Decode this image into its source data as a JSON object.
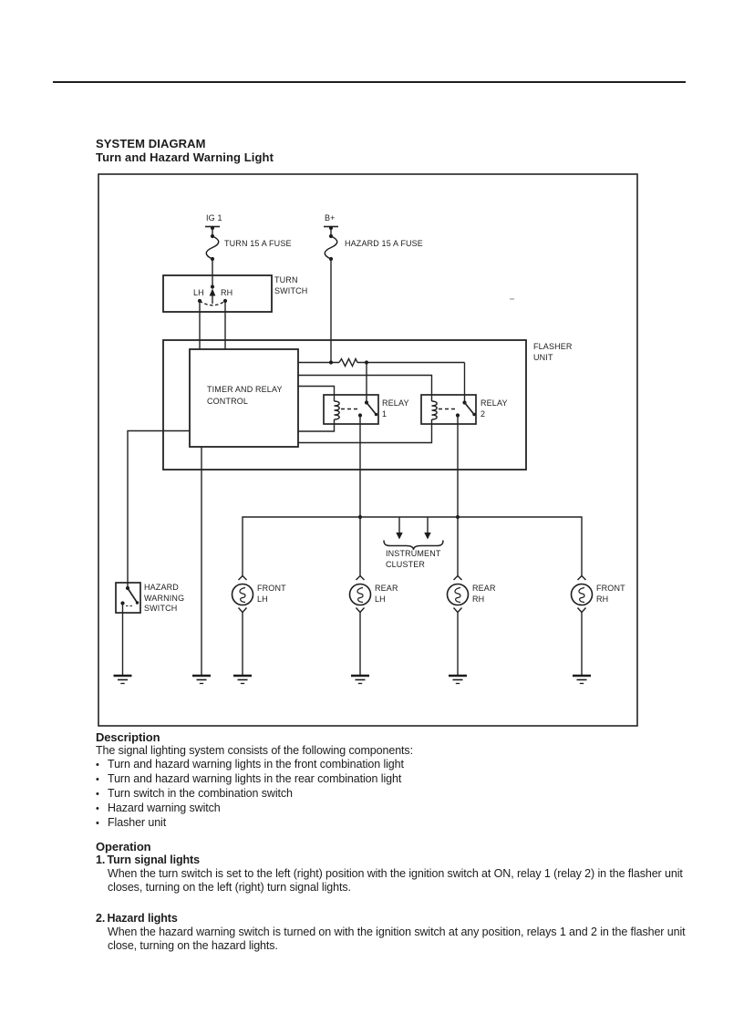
{
  "header": {
    "section_title": "SYSTEM DIAGRAM",
    "page_subtitle": "Turn and Hazard Warning Light"
  },
  "diagram": {
    "terminals": {
      "left_label": "IG 1",
      "right_label": "B+"
    },
    "fuses": {
      "left_label": "TURN 15 A FUSE",
      "right_label": "HAZARD 15 A FUSE"
    },
    "turn_switch": {
      "left_contact": "LH",
      "right_contact": "RH",
      "name_line1": "TURN",
      "name_line2": "SWITCH"
    },
    "flasher_unit": {
      "name_line1": "FLASHER",
      "name_line2": "UNIT"
    },
    "timer": {
      "name_line1": "TIMER AND RELAY",
      "name_line2": "CONTROL"
    },
    "relay1": {
      "name_line1": "RELAY",
      "name_line2": "1"
    },
    "relay2": {
      "name_line1": "RELAY",
      "name_line2": "2"
    },
    "instrument_cluster": {
      "name_line1": "INSTRUMENT",
      "name_line2": "CLUSTER"
    },
    "hazard_switch": {
      "name_line1": "HAZARD",
      "name_line2": "WARNING",
      "name_line3": "SWITCH"
    },
    "lamps": [
      {
        "line1": "FRONT",
        "line2": "LH"
      },
      {
        "line1": "REAR",
        "line2": "LH"
      },
      {
        "line1": "REAR",
        "line2": "RH"
      },
      {
        "line1": "FRONT",
        "line2": "RH"
      }
    ]
  },
  "description": {
    "title": "Description",
    "intro": "The signal lighting system consists of the following components:",
    "bullet_char": "•",
    "bullets": [
      "Turn and hazard warning lights in the front combination light",
      "Turn and hazard warning lights in the rear combination light",
      "Turn switch in the combination switch",
      "Hazard warning switch",
      "Flasher unit"
    ]
  },
  "operation": {
    "title": "Operation",
    "items": [
      {
        "number": "1.",
        "heading": "Turn signal lights",
        "body": "When the turn switch is set to the left (right) position with the ignition switch at ON, relay 1 (relay 2) in the flasher unit closes, turning on the left (right) turn signal lights."
      },
      {
        "number": "2.",
        "heading": "Hazard lights",
        "body": "When the hazard warning switch is turned on with the ignition switch at any position, relays 1 and 2 in the flasher unit close, turning on the hazard lights."
      }
    ]
  },
  "colors": {
    "ink": "#1c1c1c"
  }
}
